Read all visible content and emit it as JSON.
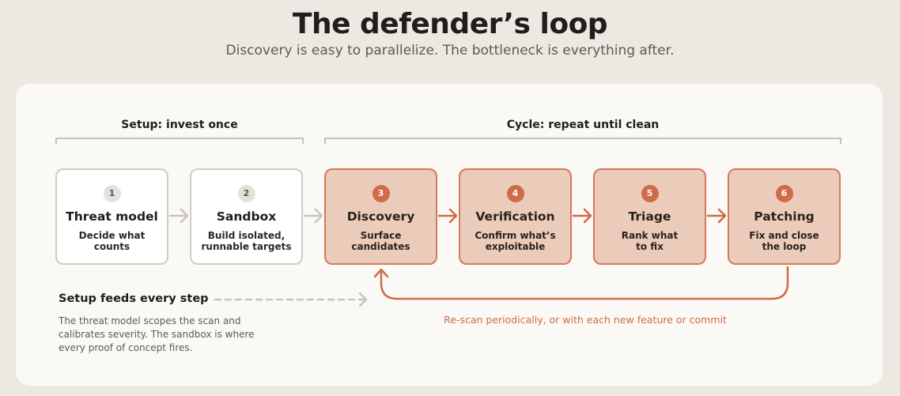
{
  "header": {
    "title": "The defender’s loop",
    "subtitle": "Discovery is easy to parallelize. The bottleneck is everything after."
  },
  "phases": {
    "setup_label": "Setup: invest once",
    "cycle_label": "Cycle: repeat until clean"
  },
  "steps": [
    {
      "num": "1",
      "title": "Threat model",
      "desc": "Decide what\ncounts",
      "phase": "setup"
    },
    {
      "num": "2",
      "title": "Sandbox",
      "desc": "Build isolated,\nrunnable targets",
      "phase": "setup"
    },
    {
      "num": "3",
      "title": "Discovery",
      "desc": "Surface\ncandidates",
      "phase": "cycle"
    },
    {
      "num": "4",
      "title": "Verification",
      "desc": "Confirm what’s\nexploitable",
      "phase": "cycle"
    },
    {
      "num": "5",
      "title": "Triage",
      "desc": "Rank what\nto fix",
      "phase": "cycle"
    },
    {
      "num": "6",
      "title": "Patching",
      "desc": "Fix and close\nthe loop",
      "phase": "cycle"
    }
  ],
  "feeds": {
    "title": "Setup feeds every step",
    "desc": "The threat model scopes the scan and calibrates severity. The sandbox is where every proof of concept fires."
  },
  "loop": {
    "label": "Re-scan periodically, or with each new feature or commit"
  },
  "colors": {
    "accent": "#d06b48",
    "cycle_fill": "#ebcbba",
    "setup_border": "#cfccc4",
    "background": "#ebe9e1"
  }
}
